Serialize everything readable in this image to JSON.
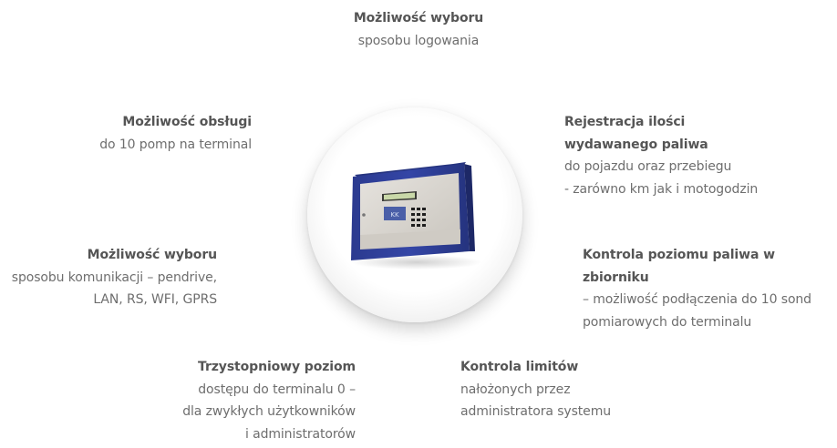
{
  "features": {
    "top": {
      "title": "Możliwość wyboru",
      "lines": [
        "sposobu logowania"
      ]
    },
    "upper_left": {
      "title": "Możliwość obsługi",
      "lines": [
        "do 10 pomp na terminal"
      ]
    },
    "upper_right": {
      "title_lines": [
        "Rejestracja ilości",
        "wydawanego paliwa"
      ],
      "lines": [
        "do pojazdu oraz przebiegu",
        "- zarówno km jak i motogodzin"
      ]
    },
    "middle_left": {
      "title": "Możliwość wyboru",
      "lines": [
        "sposobu komunikacji – pendrive,",
        "LAN, RS, WFI, GPRS"
      ]
    },
    "middle_right": {
      "title": "Kontrola poziomu paliwa w zbiorniku",
      "lines": [
        "– możliwość podłączenia do 10 sond",
        "pomiarowych do terminalu"
      ]
    },
    "bottom_left": {
      "title": "Trzystopniowy poziom",
      "lines": [
        "dostępu do terminalu 0 –",
        "dla zwykłych użytkowników",
        "i administratorów"
      ]
    },
    "bottom_right": {
      "title": "Kontrola limitów",
      "lines": [
        "nałożonych przez",
        "administratora systemu"
      ]
    }
  },
  "device": {
    "image": "fuel-terminal-illustration",
    "frame_color": "#2f3f9a",
    "panel_color": "#d9d6d0",
    "display_color": "#c9d8a8"
  }
}
